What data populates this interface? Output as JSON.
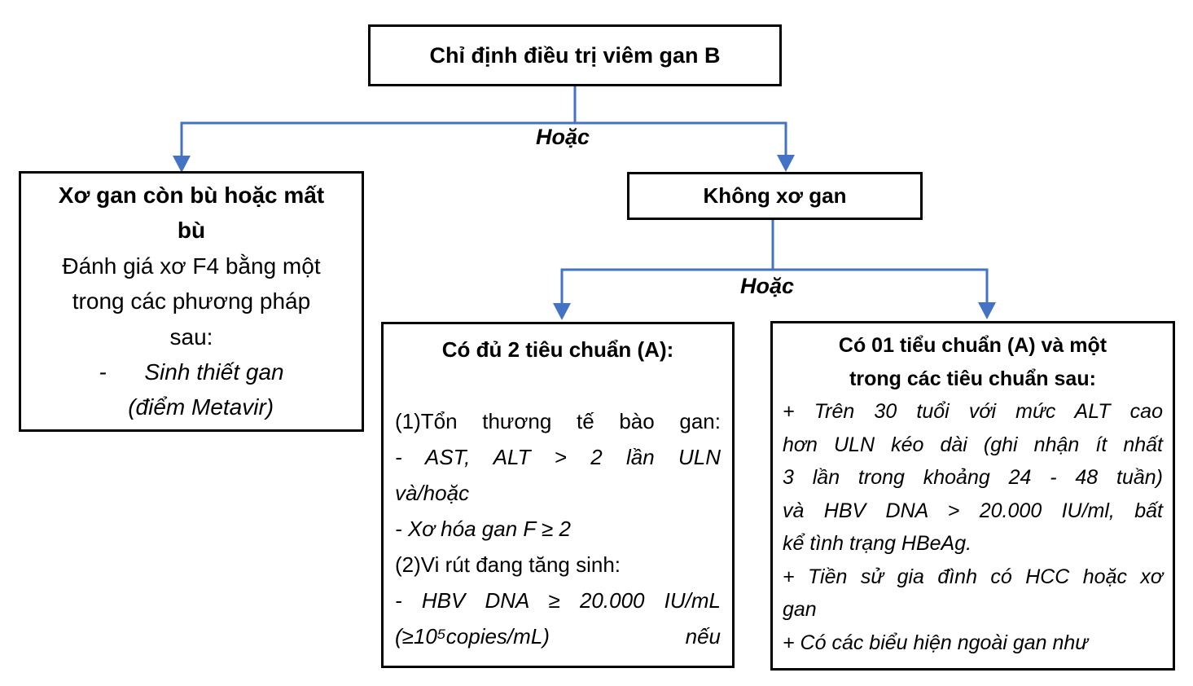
{
  "colors": {
    "connector_blue": "#4472C4",
    "box_border": "#000000",
    "text": "#000000",
    "background": "#ffffff"
  },
  "or_labels": {
    "first": "Hoặc",
    "second": "Hoặc"
  },
  "nodes": {
    "root": {
      "title": "Chỉ định điều trị viêm gan B"
    },
    "no_cirrhosis": {
      "title": "Không xơ gan"
    },
    "cirrhosis": {
      "lines": [
        {
          "text": "Xơ gan còn bù hoặc mất",
          "bold": true
        },
        {
          "text": "bù",
          "bold": true
        },
        {
          "text": "Đánh giá xơ F4 bằng một"
        },
        {
          "text": "trong các phương pháp"
        },
        {
          "text": "sau:"
        },
        {
          "text": "-      Sinh thiết gan",
          "italic": true
        },
        {
          "text": "   (điểm Metavir)",
          "italic": true
        }
      ]
    },
    "two_criteria": {
      "lines": [
        {
          "text": "Có đủ 2 tiêu chuẩn (A):",
          "bold": true,
          "align": "center"
        },
        {
          "text": ""
        },
        {
          "text": "(1)Tổn thương tế bào gan:",
          "align": "stretch"
        },
        {
          "text": "- AST, ALT > 2 lần ULN",
          "italic": true,
          "align": "stretch"
        },
        {
          "text": "và/hoặc",
          "italic": true
        },
        {
          "text": "- Xơ hóa gan F ≥ 2",
          "italic": true
        },
        {
          "text": "(2)Vi rút đang tăng sinh:"
        },
        {
          "text": "- HBV DNA ≥ 20.000 IU/mL",
          "italic": true,
          "align": "stretch"
        },
        {
          "text": "(≥10⁵copies/mL) nếu",
          "italic": true,
          "align": "stretch"
        }
      ]
    },
    "one_criterion": {
      "lines": [
        {
          "text": "Có 01 tiểu chuẩn (A) và một",
          "bold": true,
          "align": "center"
        },
        {
          "text": "trong các tiêu chuẩn sau:",
          "bold": true,
          "align": "center"
        },
        {
          "text": "+ Trên 30 tuổi với mức ALT cao",
          "italic": true,
          "align": "stretch"
        },
        {
          "text": "hơn ULN kéo dài (ghi nhận ít nhất",
          "italic": true,
          "align": "stretch"
        },
        {
          "text": "3 lần trong khoảng 24 - 48 tuần)",
          "italic": true,
          "align": "stretch"
        },
        {
          "text": "và HBV DNA > 20.000 IU/ml, bất",
          "italic": true,
          "align": "stretch"
        },
        {
          "text": "kể tình trạng HBeAg.",
          "italic": true
        },
        {
          "text": "+ Tiền sử gia đình có HCC hoặc xơ",
          "italic": true,
          "align": "stretch"
        },
        {
          "text": "gan",
          "italic": true
        },
        {
          "text": "+ Có các biểu hiện ngoài gan như",
          "italic": true
        }
      ]
    }
  }
}
